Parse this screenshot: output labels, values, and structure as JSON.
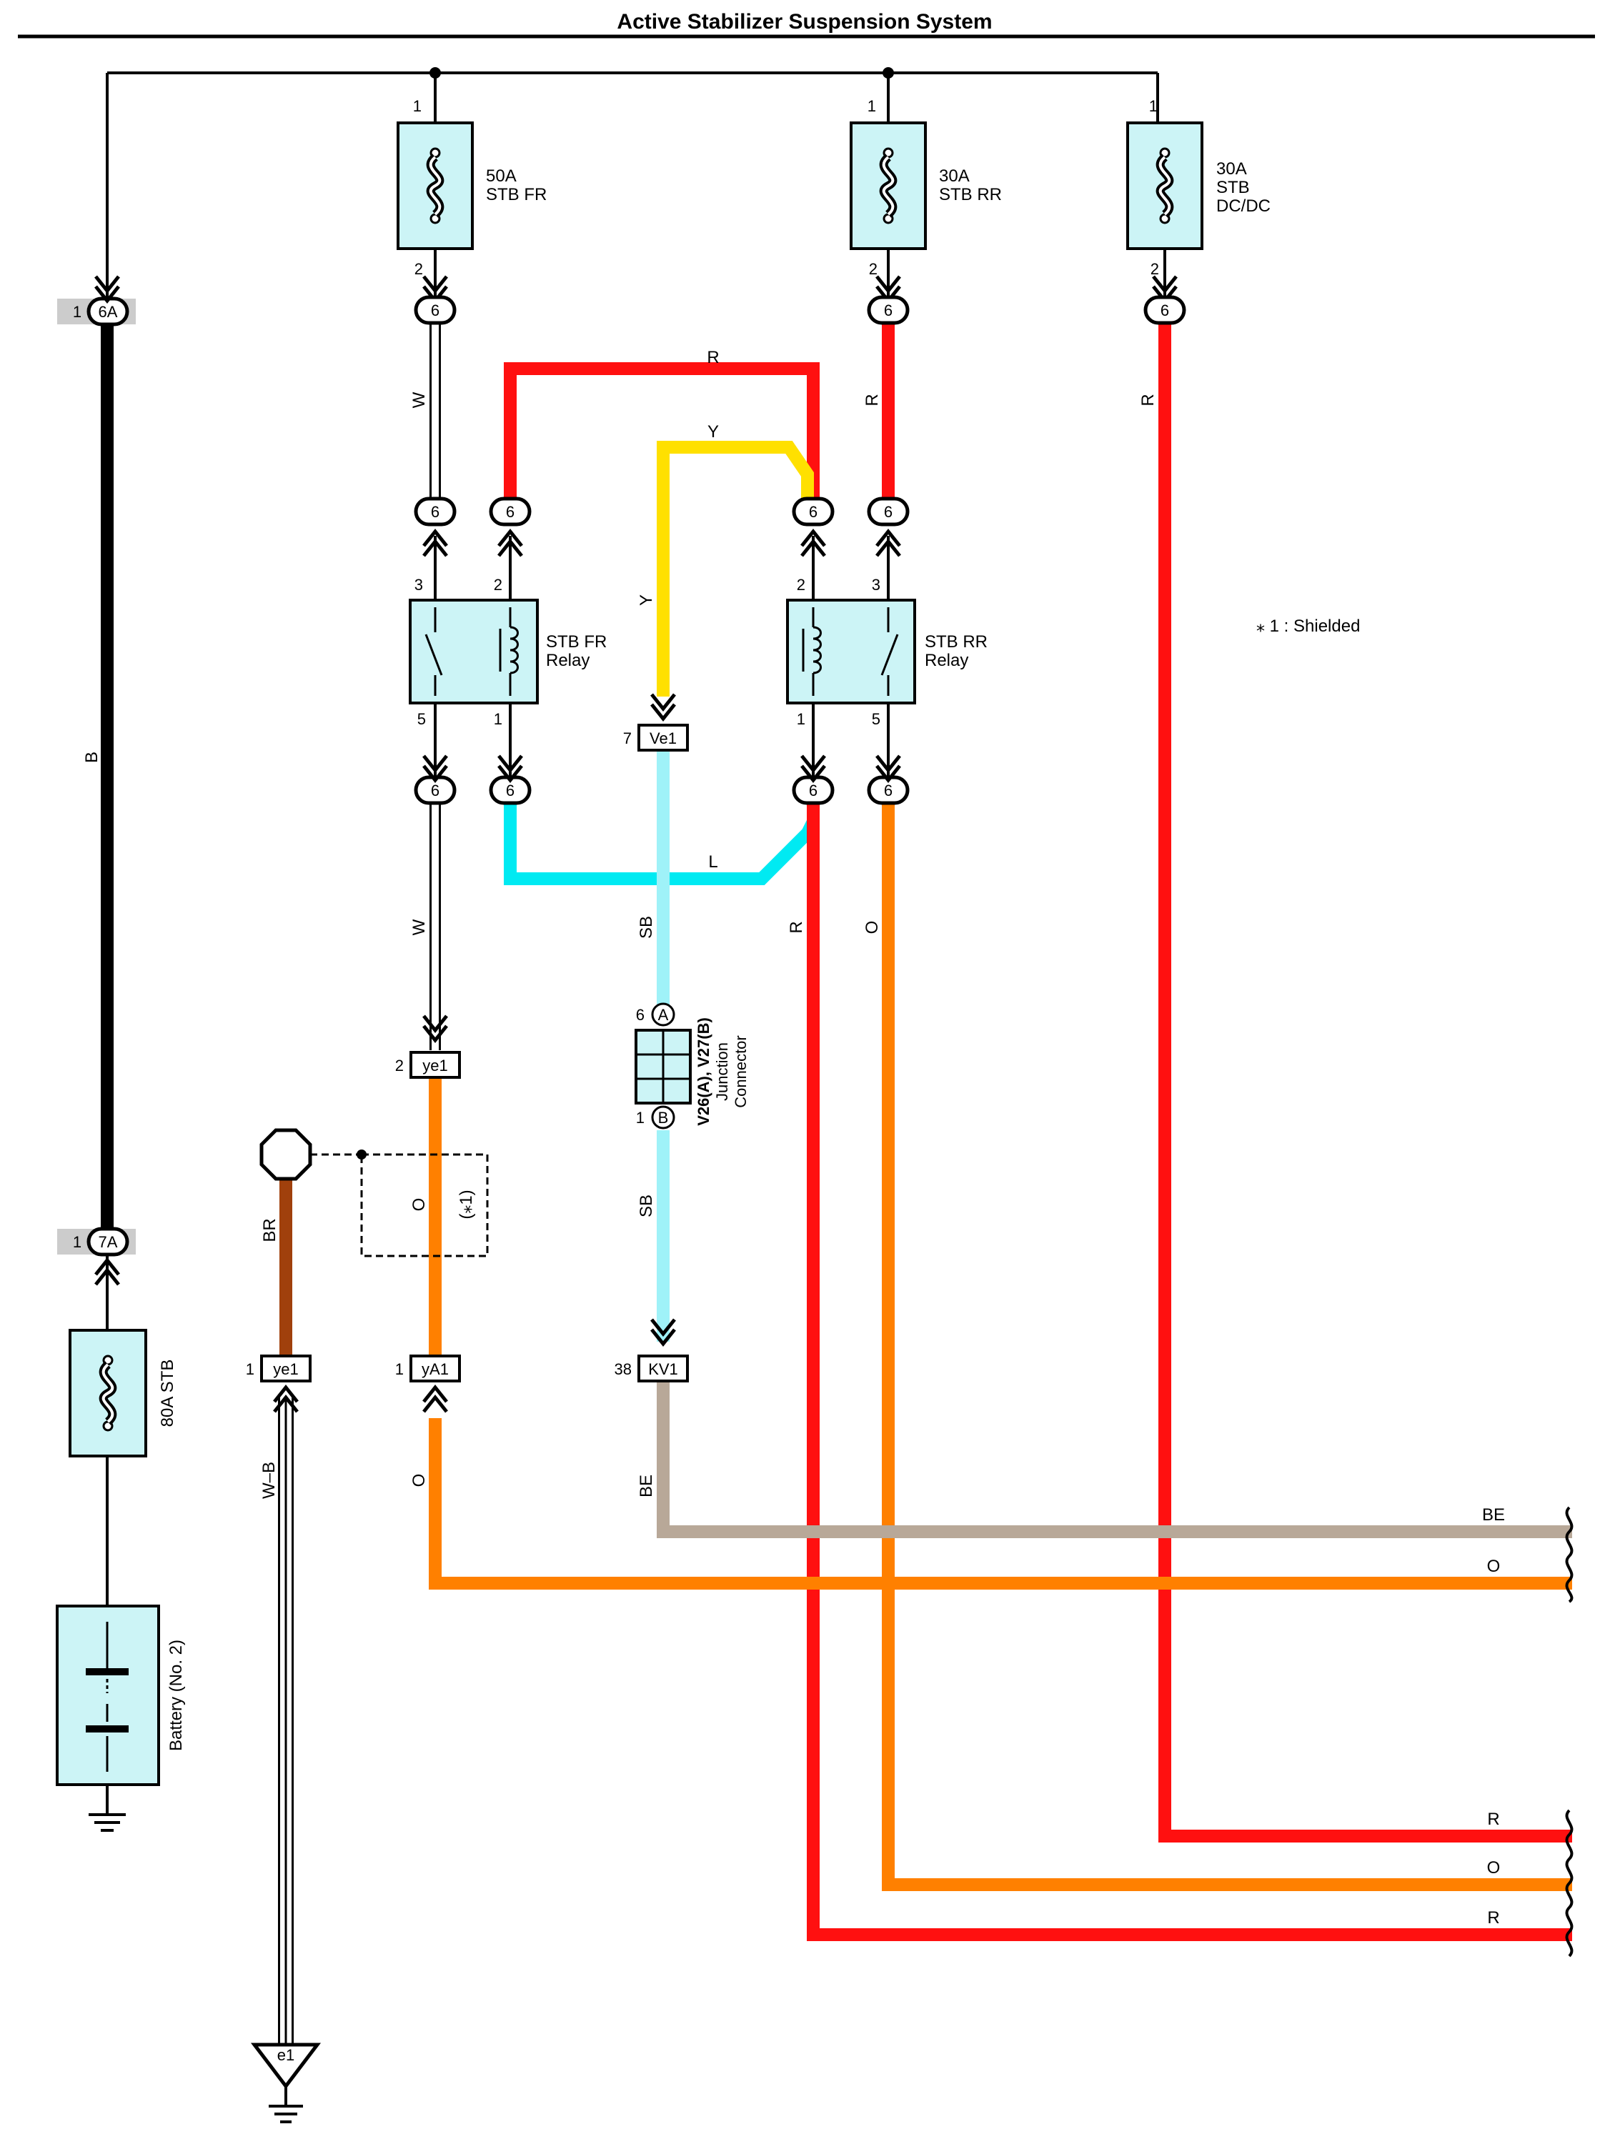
{
  "title": "Active Stabilizer Suspension System",
  "note": "⁎ 1 : Shielded",
  "colors": {
    "B": "#000000",
    "W": "#ffffff",
    "R": "#ff1010",
    "Y": "#ffe000",
    "L": "#00eaf2",
    "SB": "#9ff2f8",
    "O": "#ff8000",
    "BR": "#a0400c",
    "BE": "#b8a898",
    "component_fill": "#ccf4f6"
  },
  "fuses": [
    {
      "amps": "50A",
      "name": "STB FR",
      "pin_top": "1",
      "pin_bottom": "2"
    },
    {
      "amps": "30A",
      "name": "STB RR",
      "pin_top": "1",
      "pin_bottom": "2"
    },
    {
      "amps": "30A",
      "name": "STB",
      "name2": "DC/DC",
      "pin_top": "1",
      "pin_bottom": "2"
    },
    {
      "amps": "80A",
      "name": "STB"
    }
  ],
  "relays": [
    {
      "name": "STB FR",
      "sub": "Relay",
      "pins": [
        "3",
        "2",
        "5",
        "1"
      ]
    },
    {
      "name": "STB RR",
      "sub": "Relay",
      "pins": [
        "2",
        "3",
        "1",
        "5"
      ]
    }
  ],
  "connectors": {
    "c6": "6",
    "c6a": "6A",
    "c7a": "7A",
    "pin1": "1",
    "ve1": "Ve1",
    "ve1_pin": "7",
    "ye1_top": "ye1",
    "ye1_top_pin": "2",
    "ye1_bottom": "ye1",
    "ye1_bottom_pin": "1",
    "ya1": "yA1",
    "ya1_pin": "1",
    "kv1": "KV1",
    "kv1_pin": "38",
    "e1": "e1"
  },
  "junction": {
    "name": "V26(A), V27(B)",
    "line2": "Junction",
    "line3": "Connector",
    "a": "A",
    "b": "B",
    "a_pin": "6",
    "b_pin": "1"
  },
  "battery": "Battery (No. 2)",
  "shield_label": "(⁎1)",
  "wire_labels": {
    "b": "B",
    "w": "W",
    "r": "R",
    "y": "Y",
    "l": "L",
    "sb": "SB",
    "o": "O",
    "br": "BR",
    "wb": "W–B",
    "be": "BE"
  },
  "right_outputs": [
    "BE",
    "O",
    "R",
    "O",
    "R"
  ]
}
